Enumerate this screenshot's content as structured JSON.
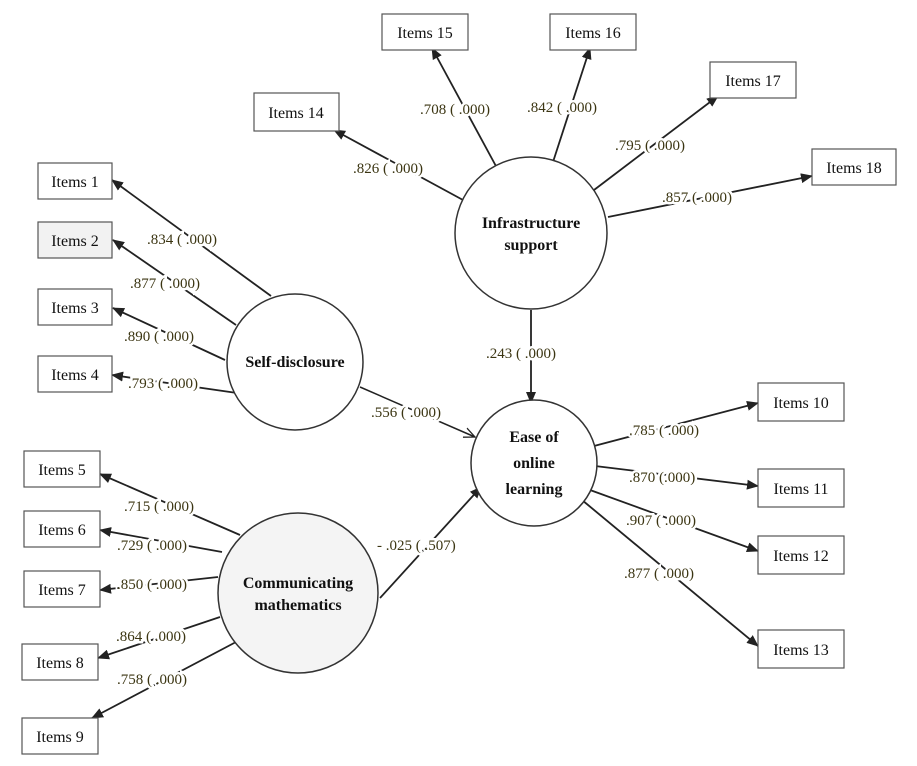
{
  "colors": {
    "stroke": "#222222",
    "item_border": "#555555",
    "item_fill": "#ffffff",
    "item_fill_shaded": "#f2f2f2",
    "latent_fill": "#ffffff",
    "latent_fill_shaded": "#f4f4f4",
    "coef_text": "#3b3512"
  },
  "latents": {
    "infra": {
      "lines": [
        "Infrastructure",
        "support"
      ]
    },
    "self": {
      "lines": [
        "Self-disclosure"
      ]
    },
    "ease": {
      "lines": [
        "Ease of",
        "online",
        "learning"
      ]
    },
    "comm": {
      "lines": [
        "Communicating",
        "mathematics"
      ]
    }
  },
  "items": {
    "i1": "Items 1",
    "i2": "Items 2",
    "i3": "Items 3",
    "i4": "Items 4",
    "i5": "Items 5",
    "i6": "Items 6",
    "i7": "Items 7",
    "i8": "Items 8",
    "i9": "Items 9",
    "i10": "Items 10",
    "i11": "Items 11",
    "i12": "Items 12",
    "i13": "Items 13",
    "i14": "Items 14",
    "i15": "Items 15",
    "i16": "Items 16",
    "i17": "Items 17",
    "i18": "Items 18"
  },
  "coefficients": {
    "i1": ".834 ( .000)",
    "i2": ".877 ( .000)",
    "i3": ".890 ( .000)",
    "i4": ".793 ( .000)",
    "i5": ".715 ( .000)",
    "i6": ".729 ( .000)",
    "i7": ".850 ( .000)",
    "i8": ".864 ( .000)",
    "i9": ".758 ( .000)",
    "i10": ".785 ( .000)",
    "i11": ".870 (.000)",
    "i12": ".907 ( .000)",
    "i13": ".877 ( .000)",
    "i14": ".826 ( .000)",
    "i15": ".708 ( .000)",
    "i16": ".842 ( .000)",
    "i17": ".795 ( .000)",
    "i18": ".857 ( .000)",
    "infra_ease": ".243 ( .000)",
    "self_ease": ".556 ( .000)",
    "comm_ease": "- .025 ( .507)"
  }
}
